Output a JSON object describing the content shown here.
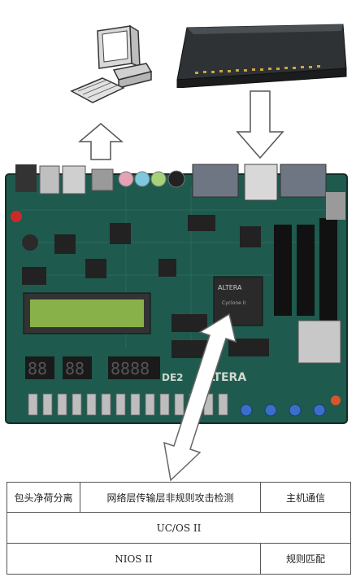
{
  "devices": {
    "computer_icon": "desktop-computer-icon",
    "switch_icon": "network-switch-icon",
    "board_icon": "fpga-dev-board-icon"
  },
  "board": {
    "chip_brand": "ALTERA",
    "chip_model": "Cyclone II",
    "board_label": "DE2"
  },
  "stack": {
    "row1": [
      "包头净荷分离",
      "网络层传输层非规则攻击检测",
      "主机通信"
    ],
    "row2": [
      "UC/OS II"
    ],
    "row3": [
      "NIOS II",
      "规则匹配"
    ]
  },
  "colors": {
    "board_green": "#1f5a4e",
    "arrow_fill": "#ffffff",
    "arrow_stroke": "#666666"
  }
}
